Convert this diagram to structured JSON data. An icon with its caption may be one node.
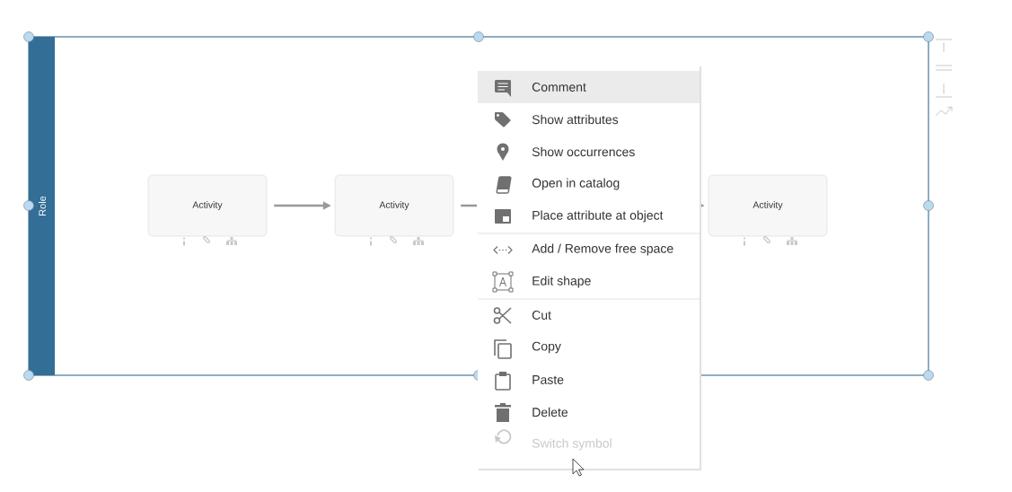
{
  "diagram": {
    "nodes": [
      {
        "text": [
          "Role"
        ]
      },
      {
        "text": [
          "Activity"
        ],
        "in": 0
      },
      {
        "text": [
          "Activity"
        ],
        "in": 0
      },
      {
        "text": [
          "Activity"
        ],
        "in": 0
      }
    ],
    "edges": [
      {
        "from": 1,
        "to": 2,
        "arrow": "to"
      },
      {
        "from": 2,
        "to": null,
        "arrow": "none"
      },
      {
        "from": null,
        "to": 3,
        "arrow": "to"
      }
    ],
    "labels": [
      "Comment",
      "Show attributes",
      "Show occurrences",
      "Open in catalog",
      "Place attribute at object",
      "Add / Remove free space",
      "Edit shape",
      "Cut",
      "Copy",
      "Paste",
      "Delete",
      "Switch symbol"
    ]
  }
}
